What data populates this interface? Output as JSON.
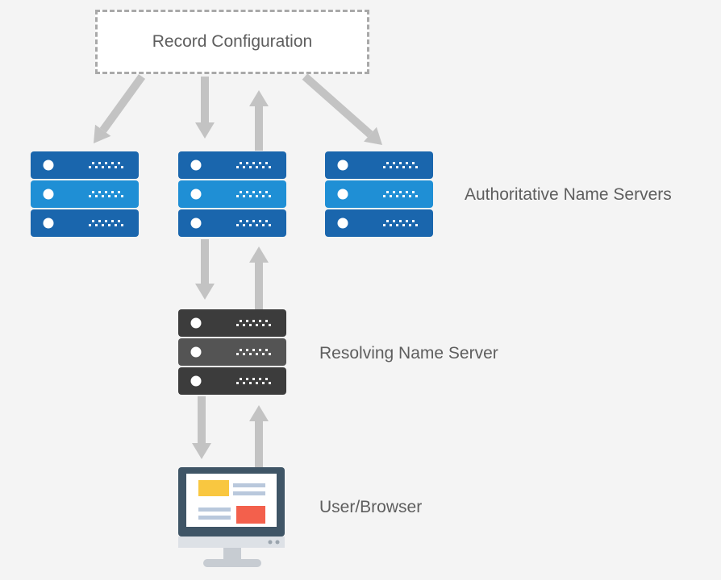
{
  "record_configuration": {
    "label": "Record Configuration"
  },
  "tiers": {
    "authoritative": {
      "label": "Authoritative Name Servers"
    },
    "resolving": {
      "label": "Resolving Name Server"
    },
    "client": {
      "label": "User/Browser"
    }
  },
  "colors": {
    "background": "#f4f4f4",
    "arrow": "#c3c3c3",
    "authoritative_dark": "#1a66ad",
    "authoritative_light": "#1f8fd5",
    "resolving_dark": "#3c3c3c",
    "resolving_light": "#545454",
    "monitor_frame": "#3f5566",
    "card_yellow": "#f9c740",
    "card_red": "#f3604c",
    "text_lines": "#b9c8dc"
  },
  "icons": {
    "server": "server-rack-icon",
    "client": "monitor-icon"
  }
}
